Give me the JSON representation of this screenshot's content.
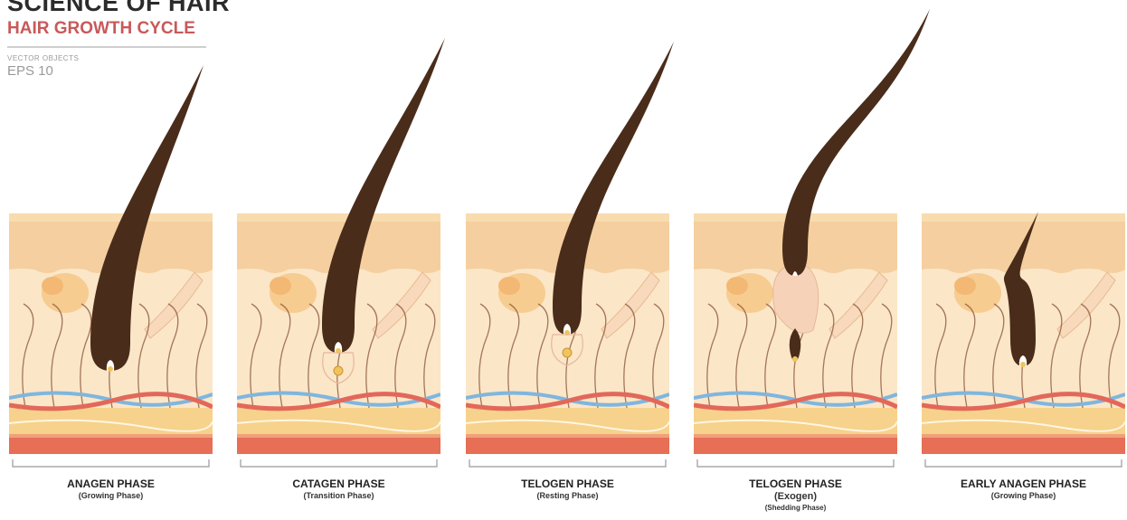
{
  "header": {
    "title": "SCIENCE OF HAIR",
    "subtitle": "HAIR GROWTH CYCLE",
    "note": "VECTOR OBJECTS",
    "format": "EPS 10"
  },
  "colors": {
    "hair": "#4a2c1a",
    "epidermis": "#f5cfa0",
    "dermis": "#fbe6c8",
    "artery": "#e2685a",
    "vein": "#7fb6de",
    "nerve": "#8e5a3c",
    "fat": "#f6d28c",
    "muscle": "#e66f55",
    "title_accent": "#c8595a"
  },
  "phases": [
    {
      "name": "ANAGEN PHASE",
      "sub": "(Growing Phase)",
      "extra": ""
    },
    {
      "name": "CATAGEN PHASE",
      "sub": "(Transition Phase)",
      "extra": ""
    },
    {
      "name": "TELOGEN PHASE",
      "sub": "(Resting Phase)",
      "extra": ""
    },
    {
      "name": "TELOGEN PHASE",
      "sub": "(Exogen)",
      "extra": "(Shedding Phase)"
    },
    {
      "name": "EARLY ANAGEN PHASE",
      "sub": "(Growing Phase)",
      "extra": ""
    }
  ]
}
